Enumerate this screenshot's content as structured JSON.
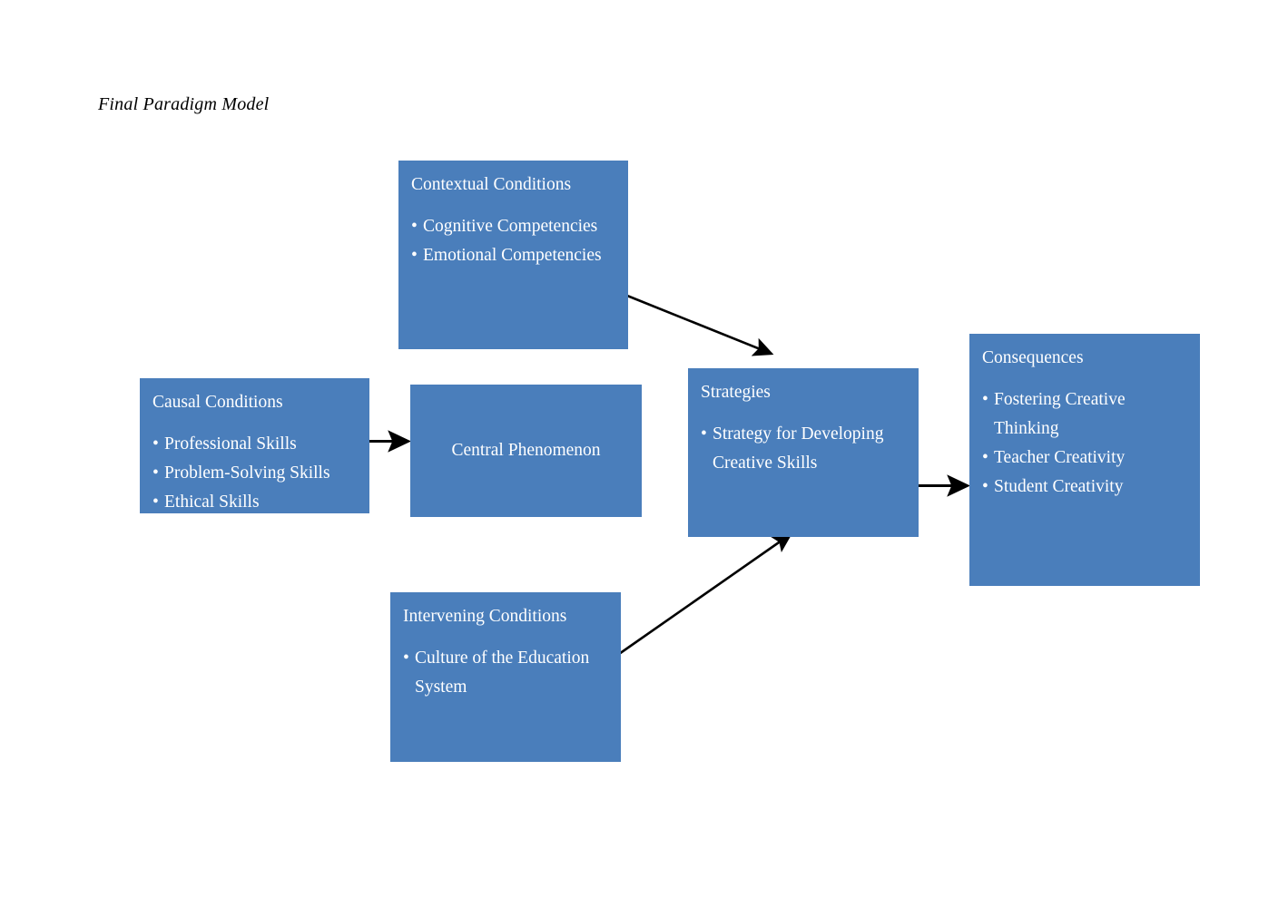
{
  "figure": {
    "title": "Final Paradigm Model",
    "box_color": "#4A7EBB",
    "text_color": "#FFFFFF",
    "arrow_color": "#000000"
  },
  "nodes": {
    "contextual": {
      "title": "Contextual Conditions",
      "bullets": [
        "Cognitive Competencies",
        "Emotional Competencies"
      ]
    },
    "causal": {
      "title": "Causal Conditions",
      "bullets": [
        "Professional Skills",
        "Problem-Solving Skills",
        "Ethical Skills"
      ]
    },
    "central": {
      "title": "Central Phenomenon",
      "bullets": []
    },
    "strategies": {
      "title": "Strategies",
      "bullets": [
        "Strategy for Developing\nCreative Skills"
      ]
    },
    "consequences": {
      "title": "Consequences",
      "bullets": [
        "Fostering Creative\nThinking",
        "Teacher Creativity",
        "Student Creativity"
      ]
    },
    "intervening": {
      "title": "Intervening Conditions",
      "bullets": [
        "Culture of the Education\nSystem"
      ]
    }
  },
  "arrows": [
    {
      "name": "causal-to-central",
      "from": "Causal Conditions",
      "to": "Central Phenomenon"
    },
    {
      "name": "contextual-to-strategies",
      "from": "Contextual Conditions",
      "to": "Strategies"
    },
    {
      "name": "intervening-to-strategies",
      "from": "Intervening Conditions",
      "to": "Strategies"
    },
    {
      "name": "strategies-to-consequences",
      "from": "Strategies",
      "to": "Consequences"
    }
  ]
}
